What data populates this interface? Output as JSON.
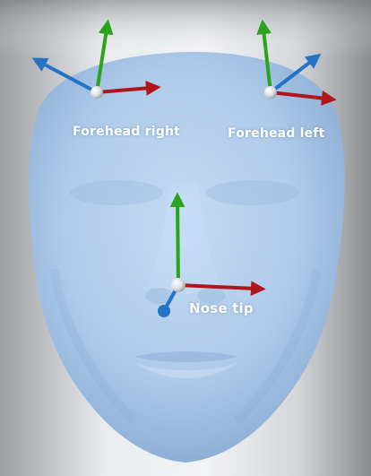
{
  "scene": {
    "background_light": "#eef0f2",
    "background_dark": "#8c8e92",
    "face_color": "#aecbea",
    "face_shadow": "#7fa3cc"
  },
  "axis_colors": {
    "x": "#b0151b",
    "y": "#2aa41c",
    "z": "#2473c4"
  },
  "anchors": [
    {
      "id": "forehead-right",
      "label": "Forehead right"
    },
    {
      "id": "forehead-left",
      "label": "Forehead left"
    },
    {
      "id": "nose-tip",
      "label": "Nose tip"
    }
  ]
}
